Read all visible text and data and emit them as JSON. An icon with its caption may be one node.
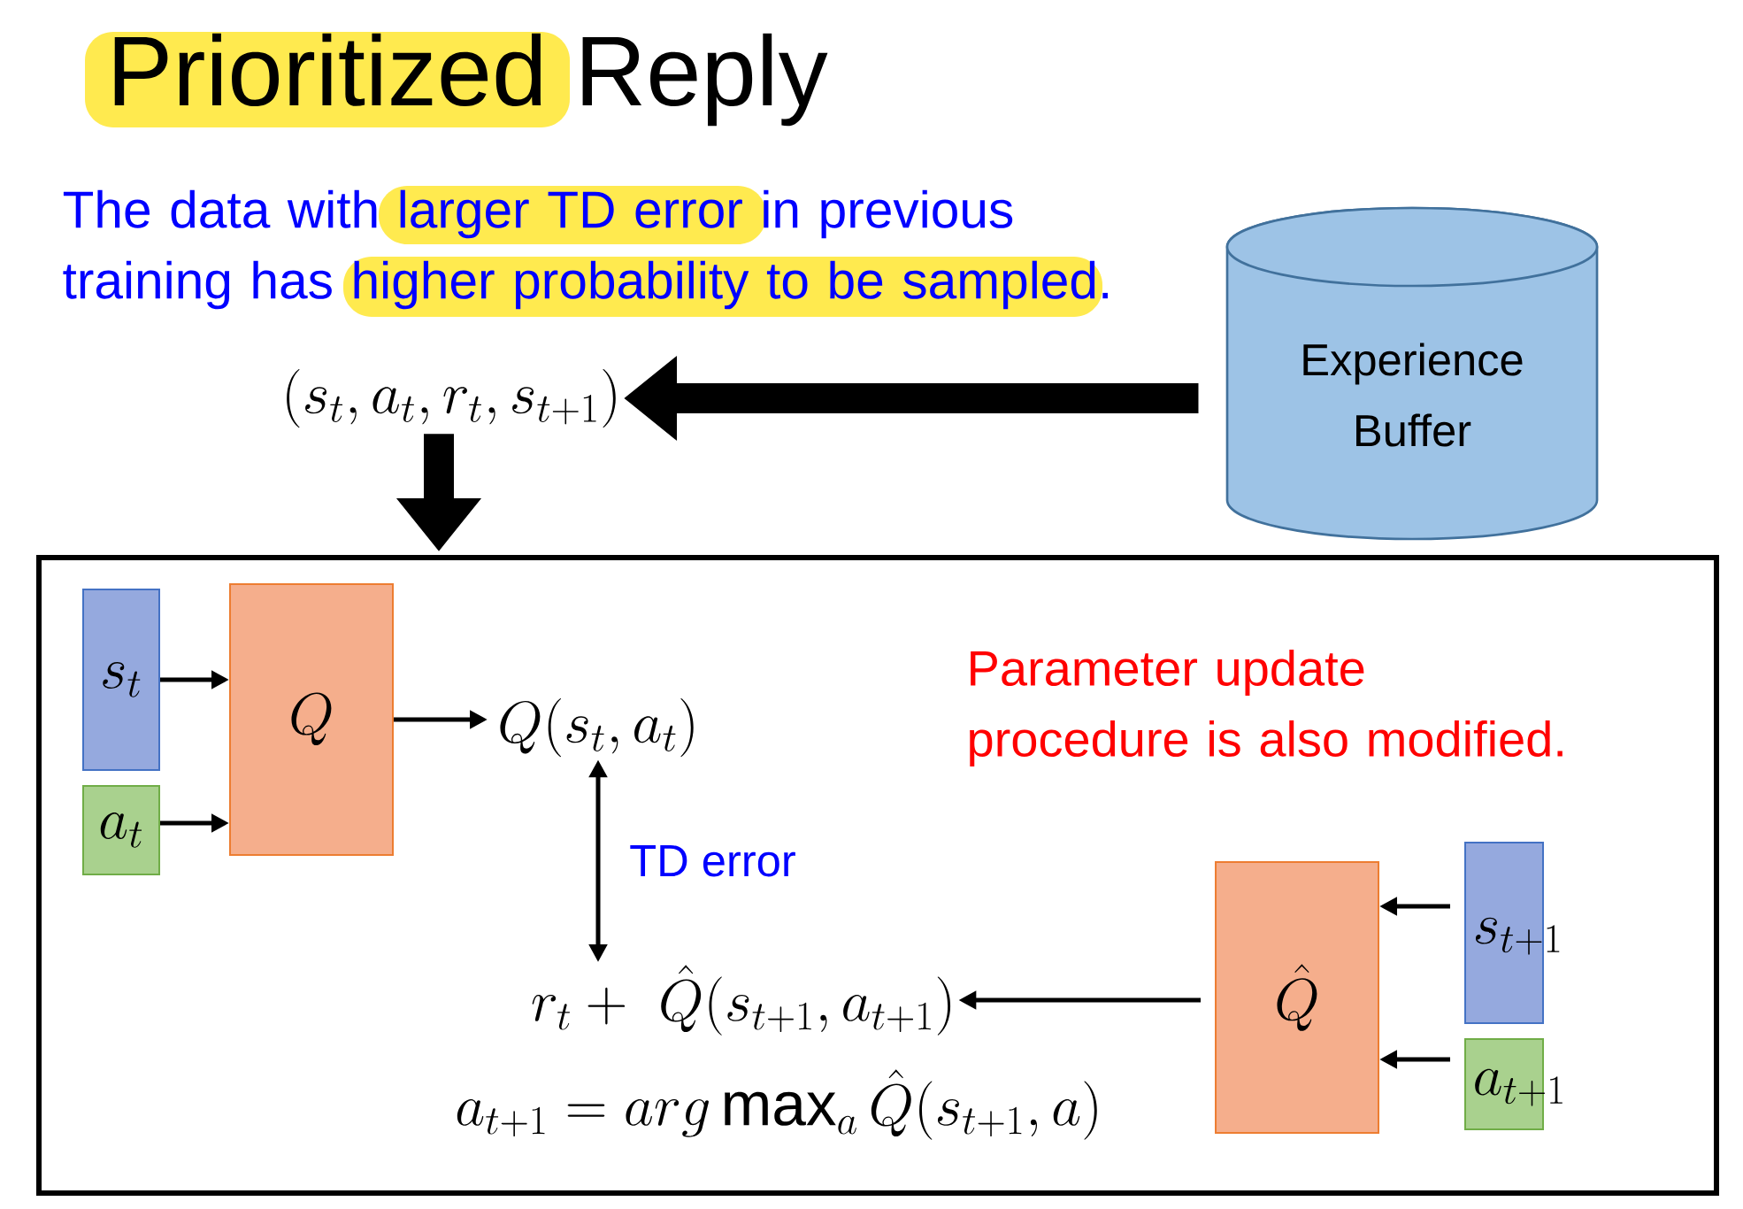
{
  "diagram": {
    "title": "Prioritized Reply",
    "nodes": [
      {
        "text": [
          "(s_t, a_t, r_t, s_{t+1})"
        ]
      },
      {
        "text": [
          "Experience Buffer"
        ]
      },
      {
        "text": [],
        "shape": "box"
      },
      {
        "text": [
          "s_t"
        ],
        "in": 2
      },
      {
        "text": [
          "a_t"
        ],
        "in": 2
      },
      {
        "text": [
          "Q"
        ],
        "in": 2
      },
      {
        "text": [
          "Q(s_t, a_t)"
        ],
        "in": 2
      },
      {
        "text": [
          "r_t +\\ \\hat{Q}(s_{t+1}, a_{t+1})"
        ],
        "in": 2
      },
      {
        "text": [
          "\\hat{Q}"
        ],
        "in": 2
      },
      {
        "text": [
          "s_{t+1}"
        ],
        "in": 2
      },
      {
        "text": [
          "a_{t+1}"
        ],
        "in": 2
      }
    ],
    "edges": [
      {
        "from": 1,
        "to": 0,
        "arrow": "to",
        "style": "thick"
      },
      {
        "from": 0,
        "to": 2,
        "arrow": "to",
        "style": "thick"
      },
      {
        "from": 3,
        "to": 5,
        "arrow": "to"
      },
      {
        "from": 4,
        "to": 5,
        "arrow": "to"
      },
      {
        "from": 5,
        "to": 6,
        "arrow": "to"
      },
      {
        "from": 6,
        "to": 7,
        "arrow": "both",
        "label": "TD error"
      },
      {
        "from": 9,
        "to": 8,
        "arrow": "to"
      },
      {
        "from": 10,
        "to": 8,
        "arrow": "to"
      },
      {
        "from": 8,
        "to": 7,
        "arrow": "to"
      }
    ],
    "labels": [
      "The data with larger TD error in previous training has higher probability to be sampled.",
      "Parameter update procedure is also modified.",
      "a_{t+1} = arg\\max_a \\hat{Q}(s_{t+1}, a)"
    ]
  }
}
